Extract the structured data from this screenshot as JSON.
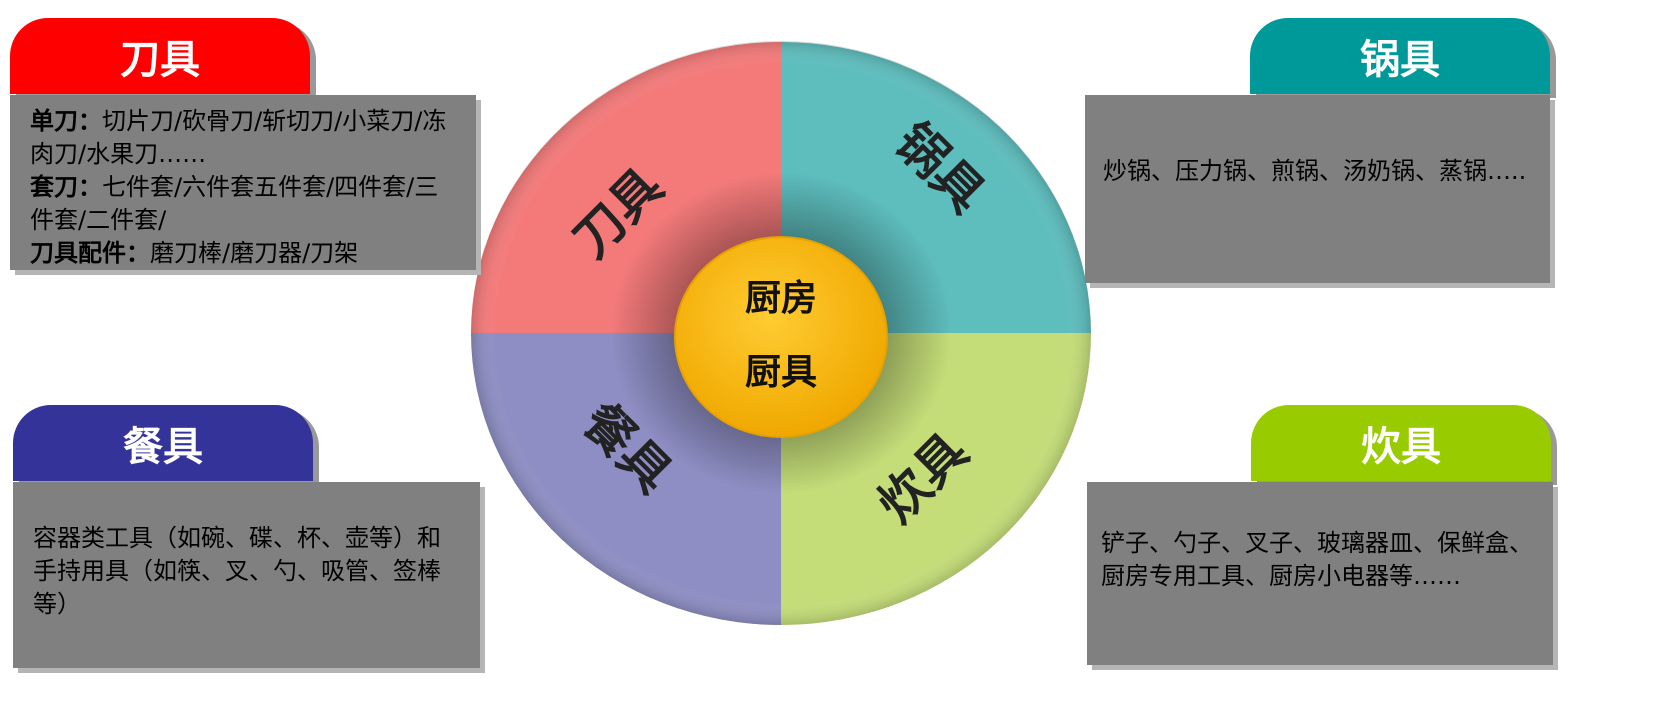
{
  "center": {
    "line1": "厨房",
    "line2": "厨具"
  },
  "wedges": {
    "knives": {
      "label": "刀具",
      "color": "#F47A7A"
    },
    "pots": {
      "label": "锅具",
      "color": "#5EBDBD"
    },
    "tableware": {
      "label": "餐具",
      "color": "#8E8EC4"
    },
    "cookware": {
      "label": "炊具",
      "color": "#C4DD78"
    }
  },
  "panels": {
    "knives": {
      "title": "刀具",
      "color": "#FF0000",
      "lines": [
        {
          "bold": "单刀：",
          "text": "切片刀/砍骨刀/斩切刀/小菜刀/冻肉刀/水果刀……"
        },
        {
          "bold": "套刀：",
          "text": "七件套/六件套五件套/四件套/三件套/二件套/"
        },
        {
          "bold": "刀具配件：",
          "text": "磨刀棒/磨刀器/刀架"
        }
      ]
    },
    "pots": {
      "title": "锅具",
      "color": "#009999",
      "text": "炒锅、压力锅、煎锅、汤奶锅、蒸锅….."
    },
    "tableware": {
      "title": "餐具",
      "color": "#333399",
      "text": "容器类工具（如碗、碟、杯、壶等）和手持用具（如筷、叉、勺、吸管、签棒等）"
    },
    "cookware": {
      "title": "炊具",
      "color": "#99CC00",
      "text": "铲子、勺子、叉子、玻璃器皿、保鲜盒、厨房专用工具、厨房小电器等……"
    }
  }
}
